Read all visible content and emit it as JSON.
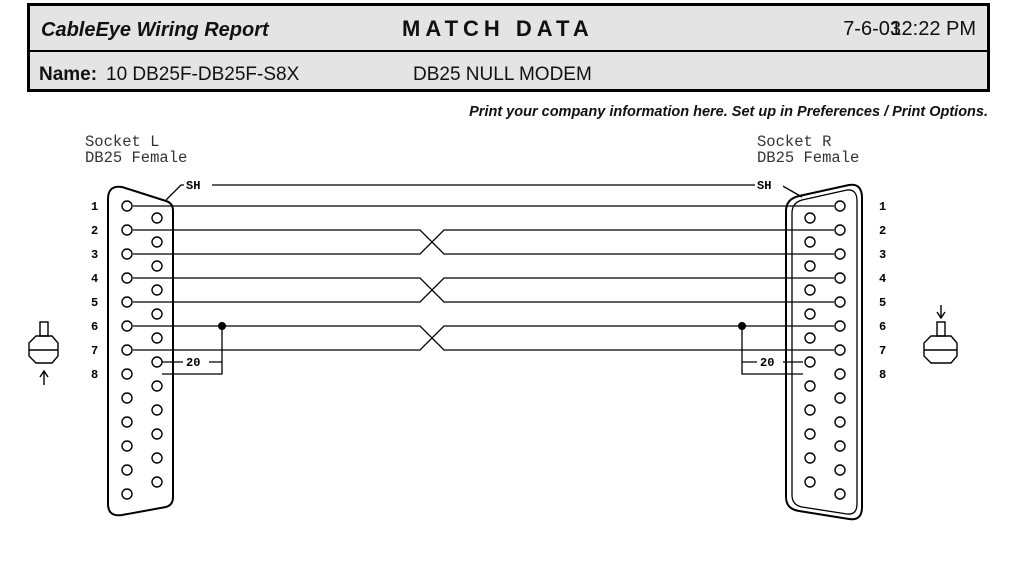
{
  "header": {
    "app_title": "CableEye Wiring Report",
    "report_title": "MATCH DATA",
    "date": "7-6-03",
    "time": "12:22 PM",
    "name_label": "Name:",
    "name_value": "10 DB25F-DB25F-S8X",
    "description": "DB25 NULL MODEM"
  },
  "company_note": "Print your company information here.  Set up in Preferences / Print Options.",
  "left_connector": {
    "socket": "Socket L",
    "type": "DB25 Female"
  },
  "right_connector": {
    "socket": "Socket R",
    "type": "DB25 Female"
  },
  "shield_label": "SH",
  "pin_numbers": [
    "1",
    "2",
    "3",
    "4",
    "5",
    "6",
    "7",
    "8"
  ],
  "jumper_pin_label": "20",
  "wiring": [
    {
      "from": 1,
      "to": 1
    },
    {
      "from": 2,
      "to": 3
    },
    {
      "from": 3,
      "to": 2
    },
    {
      "from": 4,
      "to": 5
    },
    {
      "from": 5,
      "to": 4
    },
    {
      "from": 6,
      "to": 7
    },
    {
      "from": 7,
      "to": 6
    }
  ],
  "left_jumper": [
    6,
    20
  ],
  "right_jumper": [
    6,
    20
  ]
}
